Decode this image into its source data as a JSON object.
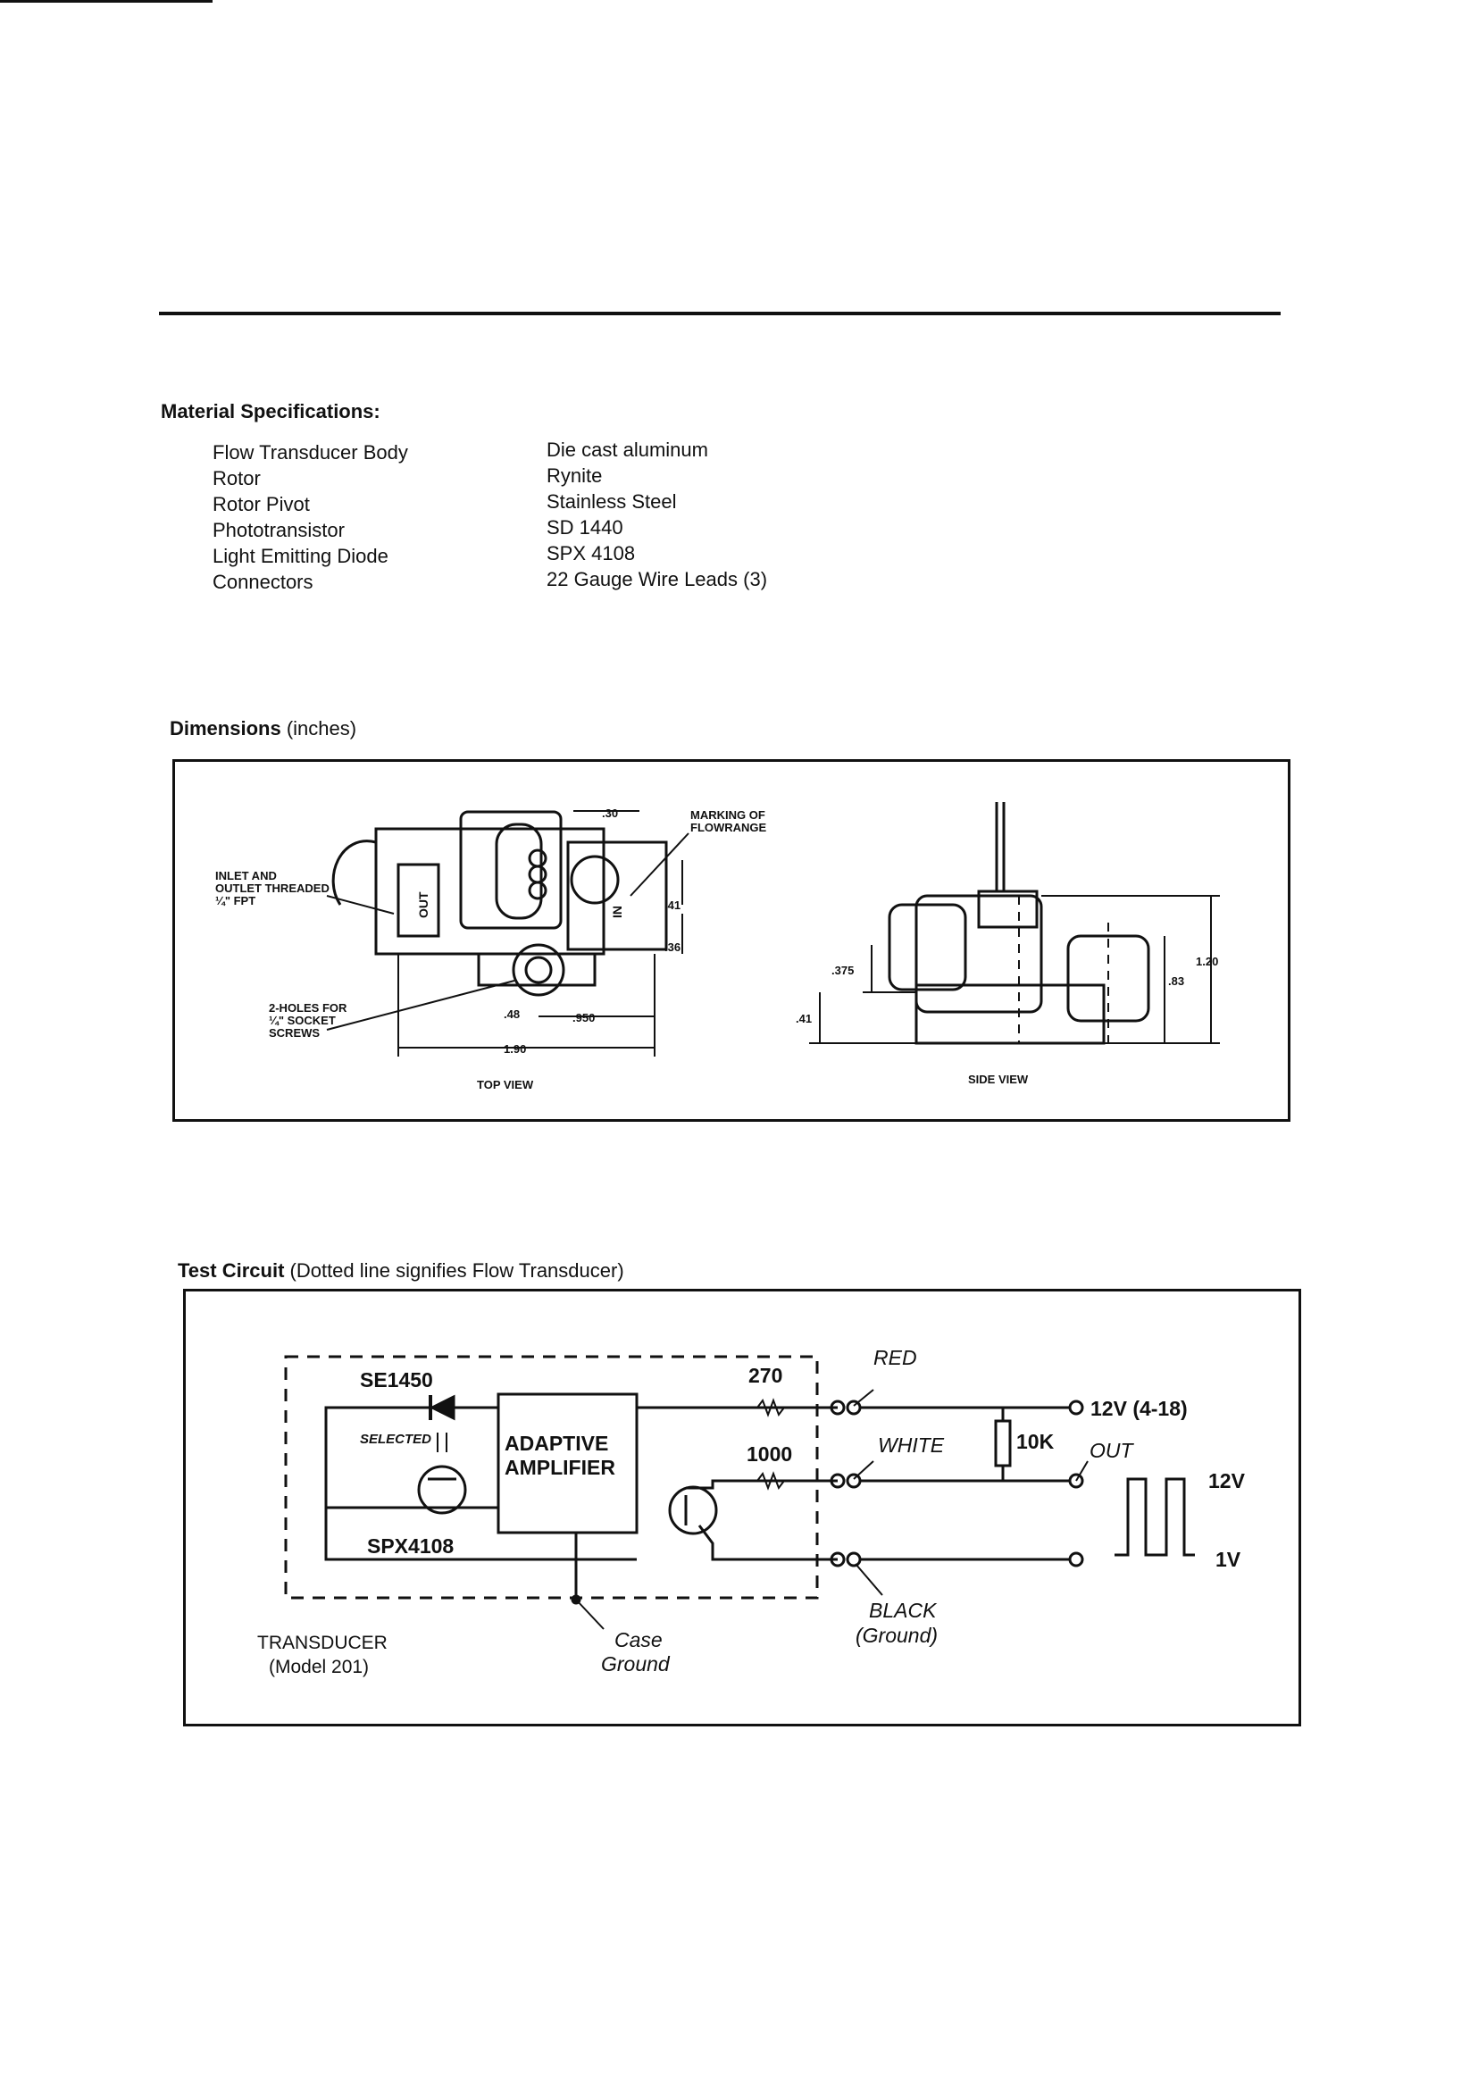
{
  "material": {
    "title": "Material Specifications:",
    "items": [
      {
        "label": "Flow Transducer Body",
        "value": "Die cast aluminum"
      },
      {
        "label": "Rotor",
        "value": "Rynite"
      },
      {
        "label": "Rotor Pivot",
        "value": "Stainless Steel"
      },
      {
        "label": "Phototransistor",
        "value": "SD 1440"
      },
      {
        "label": "Light Emitting Diode",
        "value": "SPX 4108"
      },
      {
        "label": "Connectors",
        "value": "22 Gauge Wire Leads (3)"
      }
    ]
  },
  "dimensions": {
    "title_bold": "Dimensions",
    "title_rest": " (inches)",
    "top_view": {
      "caption": "TOP VIEW",
      "label_out": "OUT",
      "label_in": "IN",
      "callout_inlet_1": "INLET AND",
      "callout_inlet_2": "OUTLET THREADED",
      "callout_inlet_3": "¼\" FPT",
      "callout_marking_1": "MARKING OF",
      "callout_marking_2": "FLOWRANGE",
      "callout_holes_1": "2-HOLES FOR",
      "callout_holes_2": "¼\" SOCKET",
      "callout_holes_3": "SCREWS",
      "dim_30": ".30",
      "dim_41": ".41",
      "dim_36": ".36",
      "dim_48": ".48",
      "dim_950": ".950",
      "dim_190": "1.90"
    },
    "side_view": {
      "caption": "SIDE VIEW",
      "dim_375": ".375",
      "dim_41": ".41",
      "dim_83": ".83",
      "dim_120": "1.20"
    }
  },
  "test_circuit": {
    "title_bold": "Test Circuit",
    "title_rest": " (Dotted line signifies Flow Transducer)",
    "labels": {
      "se1450": "SE1450",
      "selected": "SELECTED",
      "spx4108": "SPX4108",
      "amp_1": "ADAPTIVE",
      "amp_2": "AMPLIFIER",
      "r270": "270",
      "r1000": "1000",
      "r10k": "10K",
      "red": "RED",
      "white": "WHITE",
      "black_1": "BLACK",
      "black_2": "(Ground)",
      "supply": "12V (4-18)",
      "out": "OUT",
      "high": "12V",
      "low": "1V",
      "transducer_1": "TRANSDUCER",
      "transducer_2": "(Model 201)",
      "case_1": "Case",
      "case_2": "Ground"
    }
  }
}
